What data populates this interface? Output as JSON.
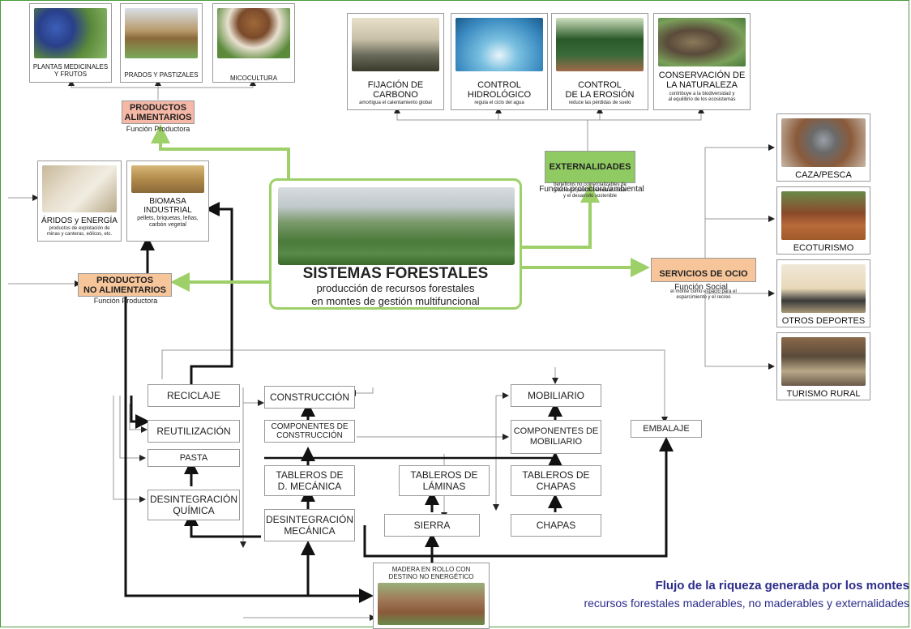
{
  "colors": {
    "accent_green": "#9ed06a",
    "orange": "#f7c59a",
    "pink": "#f6b8a6",
    "green_tag": "#8fcb62",
    "title_blue": "#2b2b8a",
    "black_arrow": "#111111"
  },
  "alimentarios": {
    "items": [
      "PLANTAS MEDICINALES\nY FRUTOS",
      "PRADOS Y PASTIZALES",
      "MICOCULTURA"
    ],
    "tag": "PRODUCTOS\nALIMENTARIOS",
    "function": "Función Productora"
  },
  "externalidades": {
    "items": [
      {
        "title": "FIJACIÓN DE\nCARBONO",
        "sub": "amortigua el calentamiento global"
      },
      {
        "title": "CONTROL\nHIDROLÓGICO",
        "sub": "regula el ciclo del agua"
      },
      {
        "title": "CONTROL\nDE LA EROSIÓN",
        "sub": "reduce las pérdidas de suelo"
      },
      {
        "title": "CONSERVACIÓN DE\nLA NATURALEZA",
        "sub": "contribuye a la biodiversidad y\nal equilibrio de los ecosistemas"
      }
    ],
    "tag": "EXTERNALIDADES",
    "tag_sub": "beneficios no comercializables de\ngran valor para el bienestar social\ny el desarrollo sostenible",
    "function": "Función protectora/ambiental"
  },
  "no_alimentarios": {
    "aridos_title": "ÁRIDOS y ENERGÍA",
    "aridos_sub": "productos de explotación de\nminas y canteras, eólicos, etc.",
    "biomasa_title": "BIOMASA\nINDUSTRIAL",
    "biomasa_sub": "pellets, briquetas, leñas,\ncarbón vegetal",
    "tag": "PRODUCTOS\nNO ALIMENTARIOS",
    "function": "Función Productora"
  },
  "central": {
    "title": "SISTEMAS FORESTALES",
    "line1": "producción de recursos forestales",
    "line2": "en montes de gestión multifuncional"
  },
  "ocio": {
    "tag": "SERVICIOS DE OCIO",
    "tag_sub": "el monte como espacio para el\nesparcimiento y el recreo",
    "function": "Función Social",
    "items": [
      "CAZA/PESCA",
      "ECOTURISMO",
      "OTROS DEPORTES",
      "TURISMO RURAL"
    ]
  },
  "madera": {
    "reciclaje": "RECICLAJE",
    "reutilizacion": "REUTILIZACIÓN",
    "pasta": "PASTA",
    "desint_quimica": "DESINTEGRACIÓN\nQUÍMICA",
    "construccion": "CONSTRUCCIÓN",
    "comp_construccion": "COMPONENTES DE\nCONSTRUCCIÓN",
    "tableros_dm": "TABLEROS DE\nD. MECÁNICA",
    "desint_mecanica": "DESINTEGRACIÓN\nMECÁNICA",
    "tableros_laminas": "TABLEROS DE\nLÁMINAS",
    "sierra": "SIERRA",
    "mobiliario": "MOBILIARIO",
    "comp_mobiliario": "COMPONENTES DE\nMOBILIARIO",
    "tableros_chapas": "TABLEROS DE\nCHAPAS",
    "chapas": "CHAPAS",
    "embalaje": "EMBALAJE",
    "rollo": "MADERA EN ROLLO CON\nDESTINO NO ENERGÉTICO"
  },
  "footer": {
    "title": "Flujo de la riqueza generada por los montes",
    "subtitle": "recursos forestales maderables, no maderables y externalidades"
  }
}
